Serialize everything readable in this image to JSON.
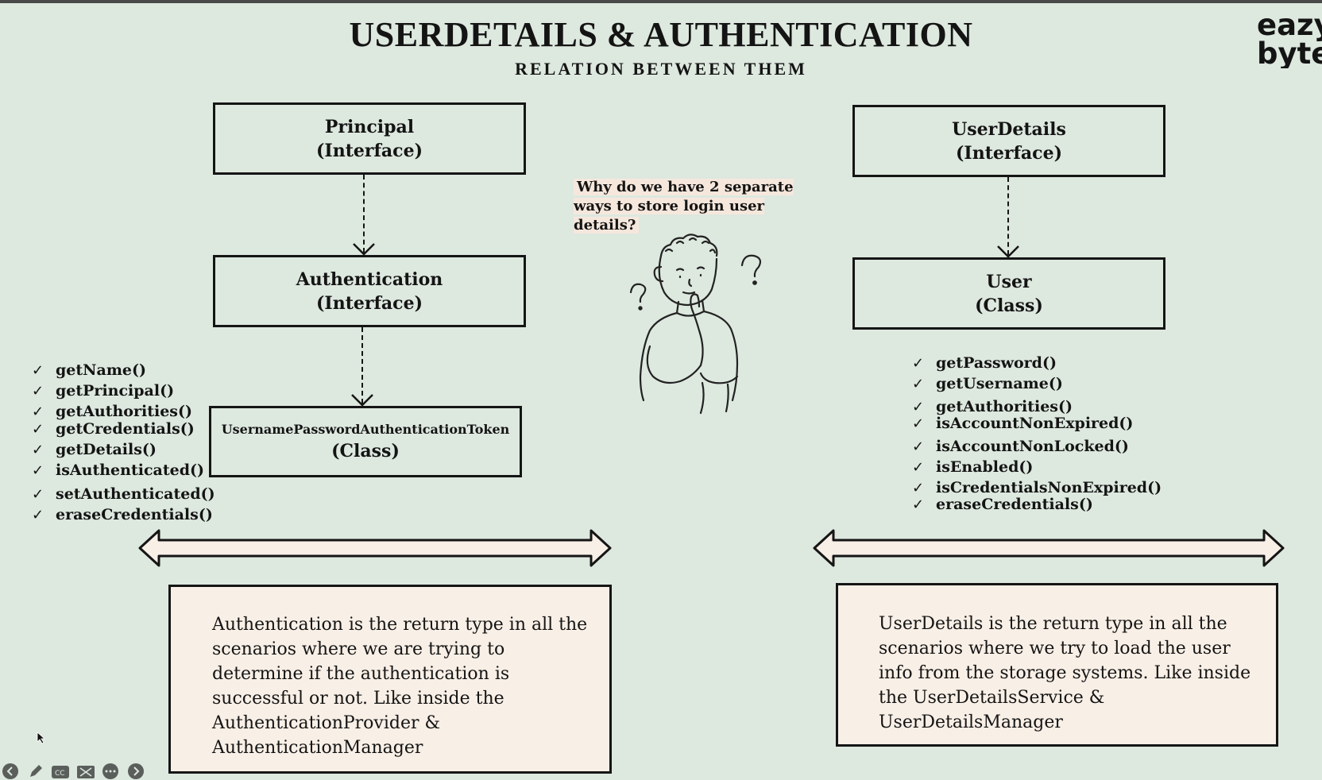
{
  "title": "USERDETAILS & AUTHENTICATION",
  "subtitle": "RELATION BETWEEN THEM",
  "logo": {
    "line1": "eazy",
    "line2": "bytes"
  },
  "question": "Why do we have 2 separate ways to store login user details?",
  "left": {
    "principal": {
      "name": "Principal",
      "type": "(Interface)"
    },
    "authentication": {
      "name": "Authentication",
      "type": "(Interface)"
    },
    "token": {
      "name": "UsernamePasswordAuthenticationToken",
      "type": "(Class)"
    },
    "methods": [
      "getName()",
      "getPrincipal()",
      "getAuthorities()",
      "getCredentials()",
      "getDetails()",
      "isAuthenticated()",
      "setAuthenticated()",
      "eraseCredentials()"
    ],
    "note": "Authentication is the return type in all the scenarios where we are trying to determine if  the authentication is successful or not. Like inside the AuthenticationProvider & AuthenticationManager"
  },
  "right": {
    "userdetails": {
      "name": "UserDetails",
      "type": "(Interface)"
    },
    "user": {
      "name": "User",
      "type": "(Class)"
    },
    "methods": [
      "getPassword()",
      "getUsername()",
      "getAuthorities()",
      "isAccountNonExpired()",
      "isAccountNonLocked()",
      "isEnabled()",
      "isCredentialsNonExpired()",
      "eraseCredentials()"
    ],
    "note": "UserDetails is the return type in all the scenarios where we try to load the user info from the storage systems. Like inside the UserDetailsService & UserDetailsManager"
  },
  "icons": {
    "check": "✓",
    "toolbar": [
      "back-icon",
      "pencil-icon",
      "captions-icon",
      "screen-icon",
      "chat-icon",
      "forward-icon"
    ]
  }
}
